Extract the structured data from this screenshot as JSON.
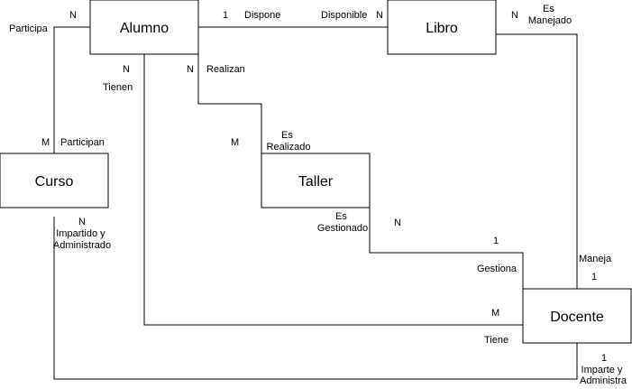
{
  "entities": {
    "alumno": "Alumno",
    "libro": "Libro",
    "curso": "Curso",
    "taller": "Taller",
    "docente": "Docente"
  },
  "labels": {
    "participa": "Participa",
    "alumno_curso_n": "N",
    "curso_alumno_m": "M",
    "participan": "Participan",
    "alumno_libro_1": "1",
    "dispone": "Dispone",
    "disponible": "Disponible",
    "libro_alumno_n": "N",
    "libro_docente_n": "N",
    "es_manejado": [
      "Es",
      "Manejado"
    ],
    "alumno_docente_n": "N",
    "tienen": "Tienen",
    "alumno_taller_n": "N",
    "realizan": "Realizan",
    "taller_alumno_m": "M",
    "es_realizado": [
      "Es",
      "Realizado"
    ],
    "taller_docente_n": "N",
    "es_gestionado": [
      "Es",
      "Gestionado"
    ],
    "docente_taller_1": "1",
    "gestiona": "Gestiona",
    "maneja": "Maneja",
    "docente_libro_1": "1",
    "docente_alumno_m": "M",
    "tiene": "Tiene",
    "curso_docente_n": "N",
    "impartido_y_administrado": [
      "Impartido y",
      "Administrado"
    ],
    "docente_curso_1": "1",
    "imparte_y_administra": [
      "Imparte y",
      "Administra"
    ]
  }
}
